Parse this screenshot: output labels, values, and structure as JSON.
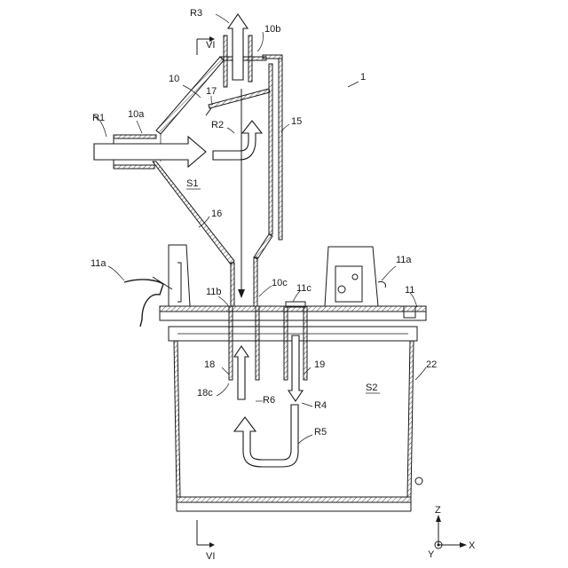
{
  "labels": {
    "device": "1",
    "cyclone": "10",
    "inlet": "10a",
    "outlet": "10b",
    "lower_pipe": "10c",
    "container_lid": "11",
    "clip": "11a",
    "port_b": "11b",
    "port_c": "11c",
    "outer_wall": "15",
    "cone": "16",
    "baffle": "17",
    "pipe_18": "18",
    "pipe_18c": "18c",
    "pipe_19": "19",
    "container_22": "22",
    "space_1": "S1",
    "space_2": "S2",
    "flow_r1": "R1",
    "flow_r2": "R2",
    "flow_r3": "R3",
    "flow_r4": "R4",
    "flow_r5": "R5",
    "flow_r6": "R6",
    "section_top": "VI",
    "section_bottom": "VI",
    "axis_z": "Z",
    "axis_x": "X",
    "axis_y": "Y"
  }
}
